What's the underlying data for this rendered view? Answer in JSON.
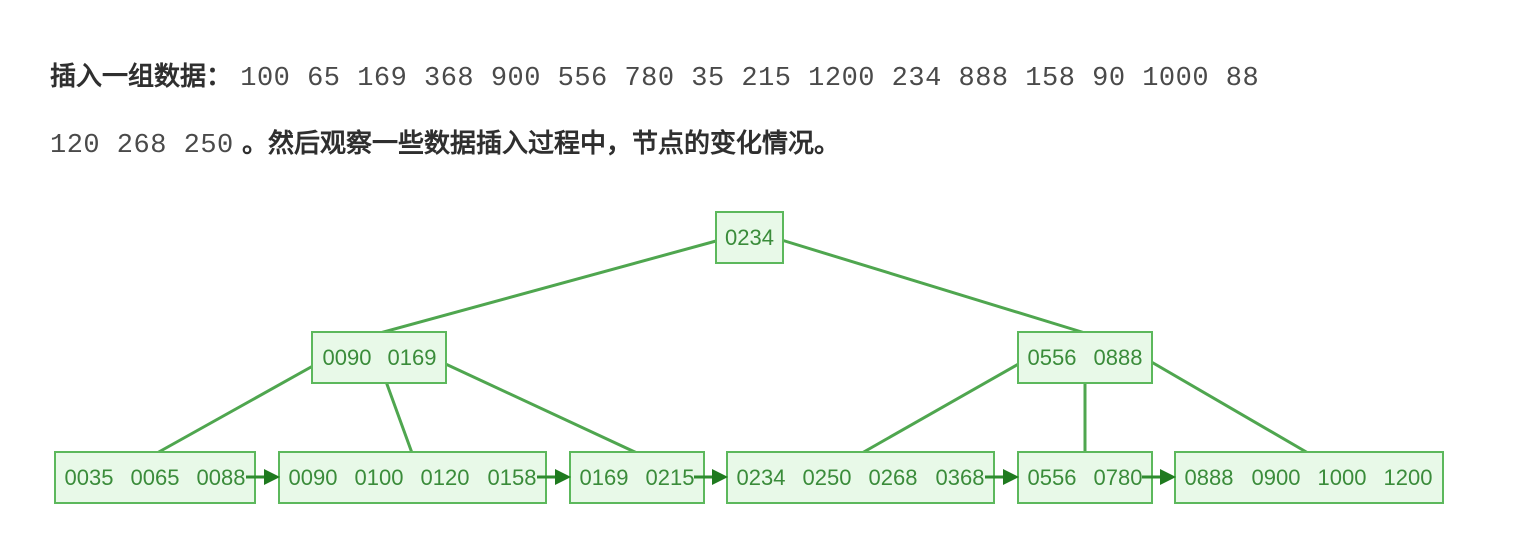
{
  "intro": {
    "prefix": "插入一组数据：",
    "numbers_line1": "100 65 169 368 900 556 780 35 215 1200 234 888 158 90 1000 88",
    "numbers_line2": "120 268 250",
    "suffix": "。然后观察一些数据插入过程中，节点的变化情况。"
  },
  "tree": {
    "root": [
      "0234"
    ],
    "internal": [
      [
        "0090",
        "0169"
      ],
      [
        "0556",
        "0888"
      ]
    ],
    "leaves": [
      [
        "0035",
        "0065",
        "0088"
      ],
      [
        "0090",
        "0100",
        "0120",
        "0158"
      ],
      [
        "0169",
        "0215"
      ],
      [
        "0234",
        "0250",
        "0268",
        "0368"
      ],
      [
        "0556",
        "0780"
      ],
      [
        "0888",
        "0900",
        "1000",
        "1200"
      ]
    ]
  },
  "colors": {
    "node_fill": "#e8f9e8",
    "node_border": "#5cb85c",
    "edge": "#4fa64f",
    "key_text": "#3a8c3a"
  }
}
